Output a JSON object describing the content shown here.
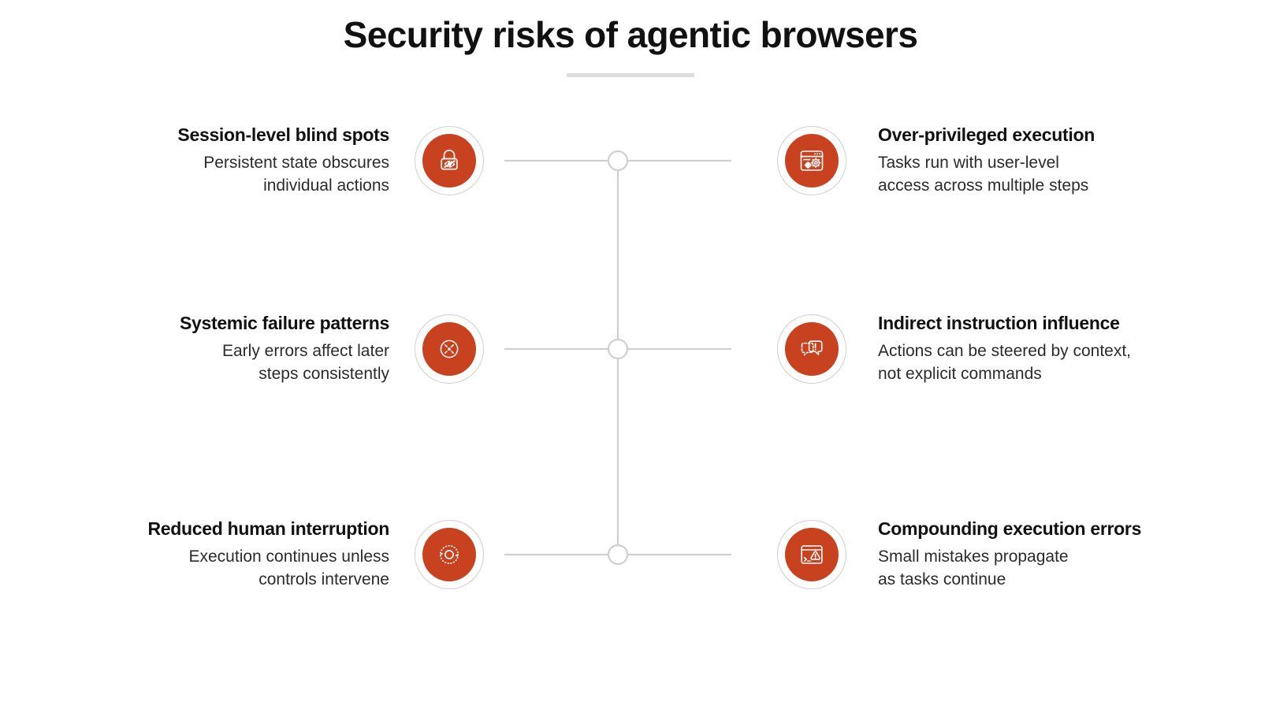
{
  "header": {
    "title": "Security risks of agentic browsers",
    "rule": true
  },
  "theme": {
    "accent": "#c8421f",
    "background": "#ffffff",
    "title_color": "#111111",
    "body_color": "#2b2b2b",
    "line_color": "#cfcfcf",
    "rule_color": "#dcdcdc"
  },
  "items": [
    {
      "side": "left",
      "row": 1,
      "icon": "lock-eye-off-icon",
      "title": "Session-level blind spots",
      "desc_lines": [
        "Persistent state obscures",
        "individual actions"
      ]
    },
    {
      "side": "right",
      "row": 1,
      "icon": "browser-gears-icon",
      "title": "Over-privileged execution",
      "desc_lines": [
        "Tasks run with user-level",
        "access across multiple steps"
      ]
    },
    {
      "side": "left",
      "row": 2,
      "icon": "broken-circle-x-icon",
      "title": "Systemic failure patterns",
      "desc_lines": [
        "Early errors affect later",
        "steps consistently"
      ]
    },
    {
      "side": "right",
      "row": 2,
      "icon": "speech-bubble-alert-icon",
      "title": "Indirect instruction influence",
      "desc_lines": [
        "Actions can be steered by context,",
        "not explicit commands"
      ]
    },
    {
      "side": "left",
      "row": 3,
      "icon": "dotted-loop-arrows-icon",
      "title": "Reduced human interruption",
      "desc_lines": [
        "Execution continues unless",
        "controls intervene"
      ]
    },
    {
      "side": "right",
      "row": 3,
      "icon": "terminal-warning-icon",
      "title": "Compounding execution errors",
      "desc_lines": [
        "Small mistakes propagate",
        "as tasks continue"
      ]
    }
  ],
  "connectors": {
    "node_count": 3,
    "node_label": "junction-node",
    "spine": "vertical-spine"
  }
}
